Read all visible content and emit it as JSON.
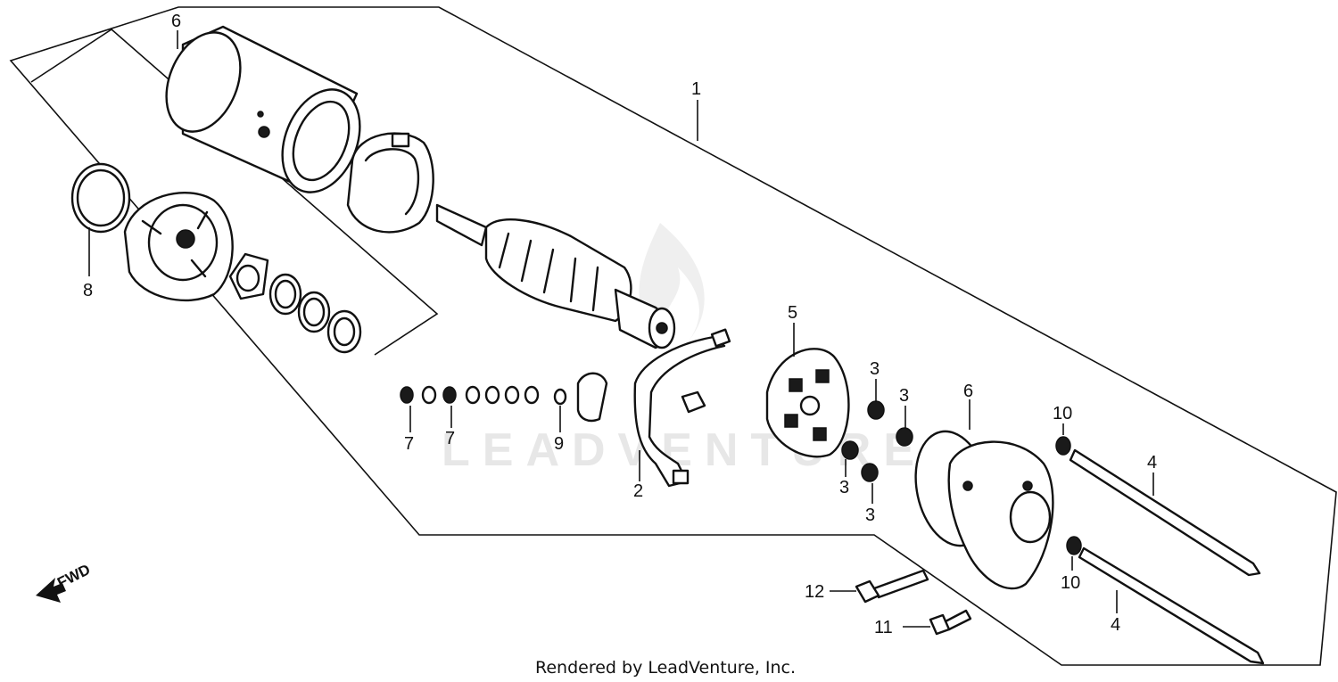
{
  "diagram": {
    "callouts": {
      "c1": "1",
      "c2": "2",
      "c3a": "3",
      "c3b": "3",
      "c3c": "3",
      "c3d": "3",
      "c4a": "4",
      "c4b": "4",
      "c5": "5",
      "c6a": "6",
      "c6b": "6",
      "c7a": "7",
      "c7b": "7",
      "c8": "8",
      "c9": "9",
      "c10a": "10",
      "c10b": "10",
      "c11": "11",
      "c12": "12"
    },
    "watermark": "LEADVENTURE",
    "direction_label": "FWD",
    "footer": "Rendered by LeadVenture, Inc."
  }
}
